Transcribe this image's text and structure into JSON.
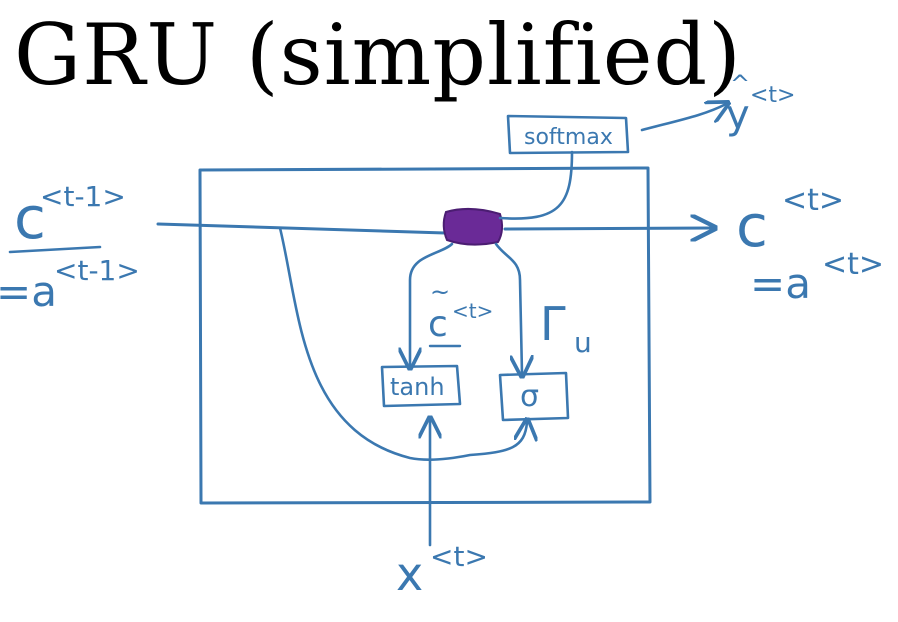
{
  "title": "GRU (simplified)",
  "colors": {
    "ink": "#3b78b0",
    "gate_fill": "#6a2a97",
    "title": "#000000"
  },
  "labels": {
    "c_prev": "c",
    "c_prev_sup": "<t-1>",
    "a_prev_eq": "=a",
    "a_prev_sup": "<t-1>",
    "c_next": "c",
    "c_next_sup": "<t>",
    "a_next_eq": "=a",
    "a_next_sup": "<t>",
    "y_hat": "y",
    "y_hat_sup": "<t>",
    "y_hat_accent": "^",
    "softmax": "softmax",
    "tanh": "tanh",
    "sigma": "σ",
    "c_tilde": "c",
    "c_tilde_accent": "~",
    "c_tilde_sup": "<t>",
    "gamma_u": "Γ",
    "gamma_u_sub": "u",
    "x": "x",
    "x_sup": "<t>"
  }
}
